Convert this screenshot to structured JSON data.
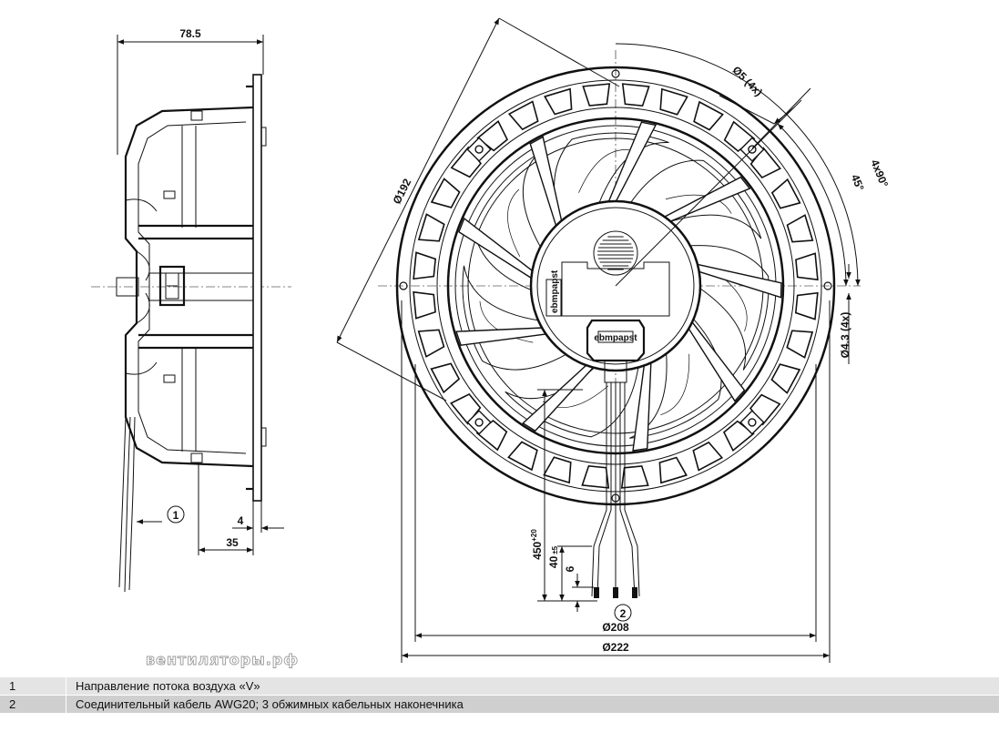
{
  "dimensions": {
    "depth": "78.5",
    "d192": "Ø192",
    "d5": "Ø5 (4x)",
    "angle_4x90": "4x90°",
    "angle_45": "45°",
    "d43": "Ø4.3 (4x)",
    "offset_4": "4",
    "offset_35": "35",
    "cable_450": "450",
    "cable_450_tol": "+20",
    "cable_40": "40",
    "cable_40_tol": "±5",
    "cable_6": "6",
    "d208": "Ø208",
    "d222": "Ø222"
  },
  "callouts": {
    "airflow": "1",
    "cable": "2"
  },
  "logo_text": "ebmpapst",
  "watermark": "вентиляторы.рф",
  "legend": [
    {
      "num": "1",
      "text": "Направление потока воздуха «V»"
    },
    {
      "num": "2",
      "text": "Соединительный кабель AWG20; 3 обжимных кабельных наконечника"
    }
  ]
}
